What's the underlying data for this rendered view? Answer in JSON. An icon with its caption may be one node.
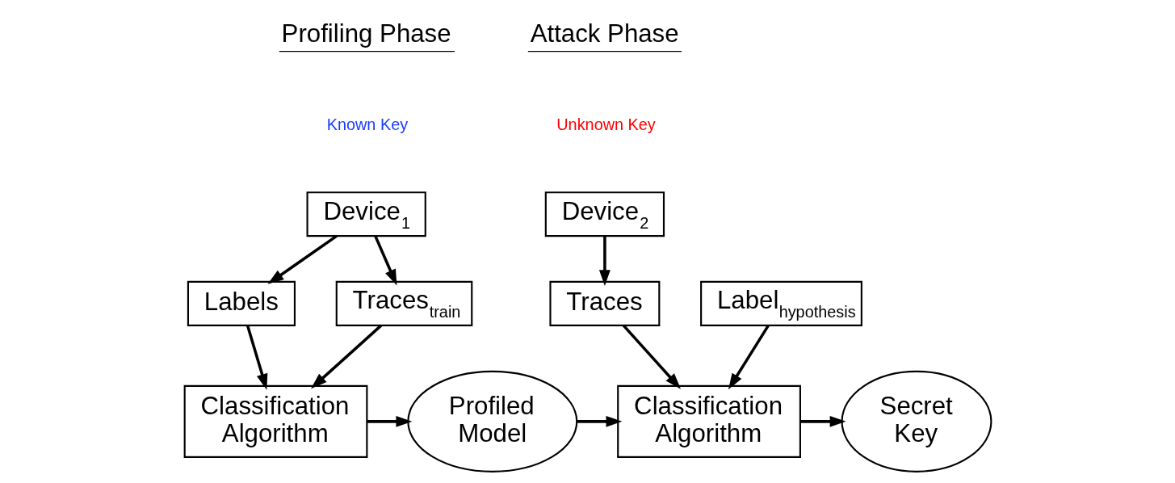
{
  "diagram": {
    "nodes": [
      {
        "text": [
          "Device$_{1}$"
        ]
      },
      {
        "text": [
          "Labels"
        ]
      },
      {
        "text": [
          "Traces$_{train}$"
        ]
      },
      {
        "text": [
          "Classification Algorithm"
        ]
      },
      {
        "text": [
          "Profiled Model"
        ]
      },
      {
        "text": [
          "Device$_{2}$"
        ]
      },
      {
        "text": [
          "Traces"
        ]
      },
      {
        "text": [
          "Label$_{hypothesis}$"
        ]
      },
      {
        "text": [
          "Classification Algorithm"
        ]
      },
      {
        "text": [
          "Secret Key"
        ]
      }
    ],
    "edges": [
      {
        "from": 0,
        "to": 1,
        "arrow": "to"
      },
      {
        "from": 0,
        "to": 2,
        "arrow": "to"
      },
      {
        "from": 1,
        "to": 3,
        "arrow": "to"
      },
      {
        "from": 2,
        "to": 3,
        "arrow": "to"
      },
      {
        "from": 3,
        "to": 4,
        "arrow": "to"
      },
      {
        "from": 4,
        "to": 8,
        "arrow": "to"
      },
      {
        "from": 5,
        "to": 6,
        "arrow": "to"
      },
      {
        "from": 6,
        "to": 8,
        "arrow": "to"
      },
      {
        "from": 7,
        "to": 8,
        "arrow": "to"
      },
      {
        "from": 8,
        "to": 9,
        "arrow": "to"
      }
    ],
    "labels": [
      "Profiling Phase",
      "Known Key",
      "Attack Phase",
      "Unknown Key"
    ]
  }
}
